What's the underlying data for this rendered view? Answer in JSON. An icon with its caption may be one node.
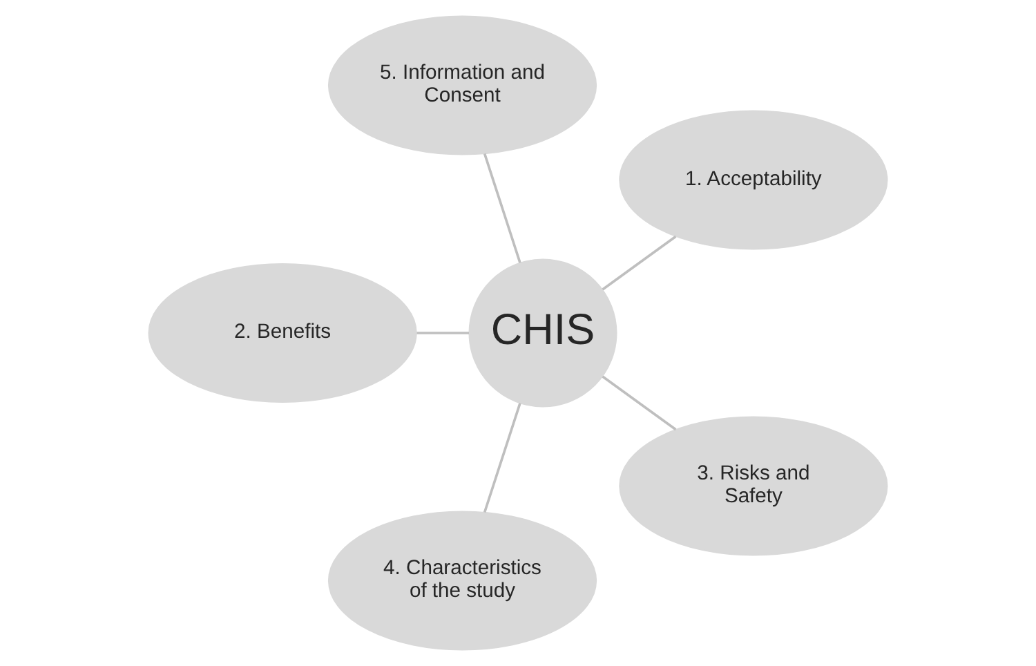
{
  "diagram": {
    "nodes": [
      {
        "text": [
          "1. Acceptability"
        ]
      },
      {
        "text": [
          "5. Information and Consent"
        ]
      },
      {
        "text": [
          "2. Benefits"
        ]
      },
      {
        "text": [
          "CHIS"
        ]
      },
      {
        "text": [
          "4. Characteristics of the study"
        ]
      },
      {
        "text": [
          "3. Risks and Safety"
        ]
      }
    ],
    "edges": [
      {
        "from": 3,
        "to": 0,
        "arrow": "none"
      },
      {
        "from": 3,
        "to": 2,
        "arrow": "none"
      },
      {
        "from": 3,
        "to": 5,
        "arrow": "none"
      },
      {
        "from": 3,
        "to": 4,
        "arrow": "none"
      },
      {
        "from": 3,
        "to": 1,
        "arrow": "none"
      }
    ]
  }
}
